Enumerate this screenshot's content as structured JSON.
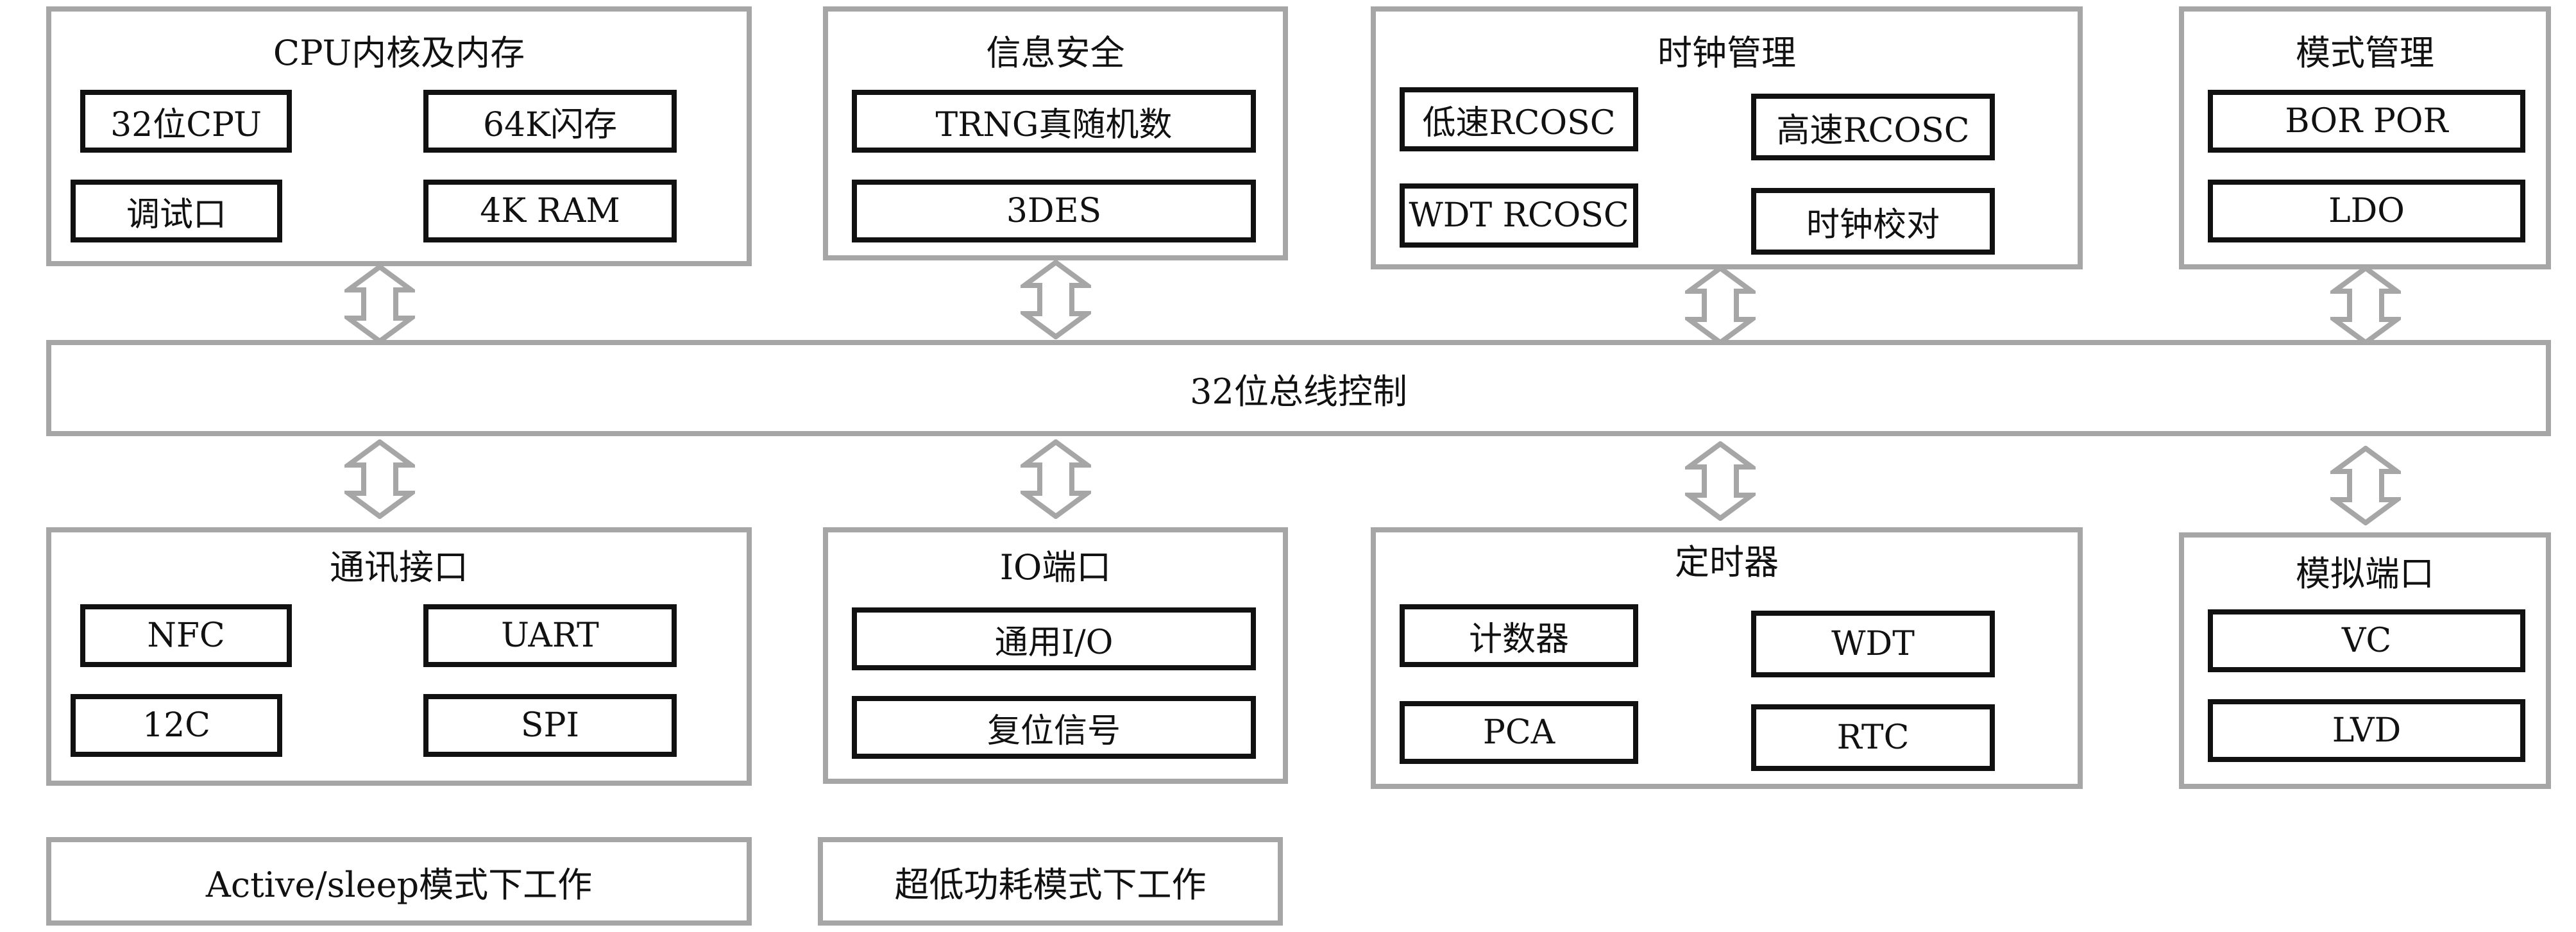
{
  "top_groups": [
    {
      "title": "CPU内核及内存",
      "items": [
        "32位CPU",
        "64K闪存",
        "调试口",
        "4K RAM"
      ]
    },
    {
      "title": "信息安全",
      "items": [
        "TRNG真随机数",
        "3DES"
      ]
    },
    {
      "title": "时钟管理",
      "items": [
        "低速RCOSC",
        "高速RCOSC",
        "WDT RCOSC",
        "时钟校对"
      ]
    },
    {
      "title": "模式管理",
      "items": [
        "BOR POR",
        "LDO"
      ]
    }
  ],
  "bus": {
    "label": "32位总线控制"
  },
  "bottom_groups": [
    {
      "title": "通讯接口",
      "items": [
        "NFC",
        "UART",
        "12C",
        "SPI"
      ]
    },
    {
      "title": "IO端口",
      "items": [
        "通用I/O",
        "复位信号"
      ]
    },
    {
      "title": "定时器",
      "items": [
        "计数器",
        "WDT",
        "PCA",
        "RTC"
      ]
    },
    {
      "title": "模拟端口",
      "items": [
        "VC",
        "LVD"
      ]
    }
  ],
  "notes": [
    "Active/sleep模式下工作",
    "超低功耗模式下工作"
  ],
  "colors": {
    "frame": "#a6a6a6",
    "box_border": "#111111",
    "arrow": "#a6a6a6"
  }
}
